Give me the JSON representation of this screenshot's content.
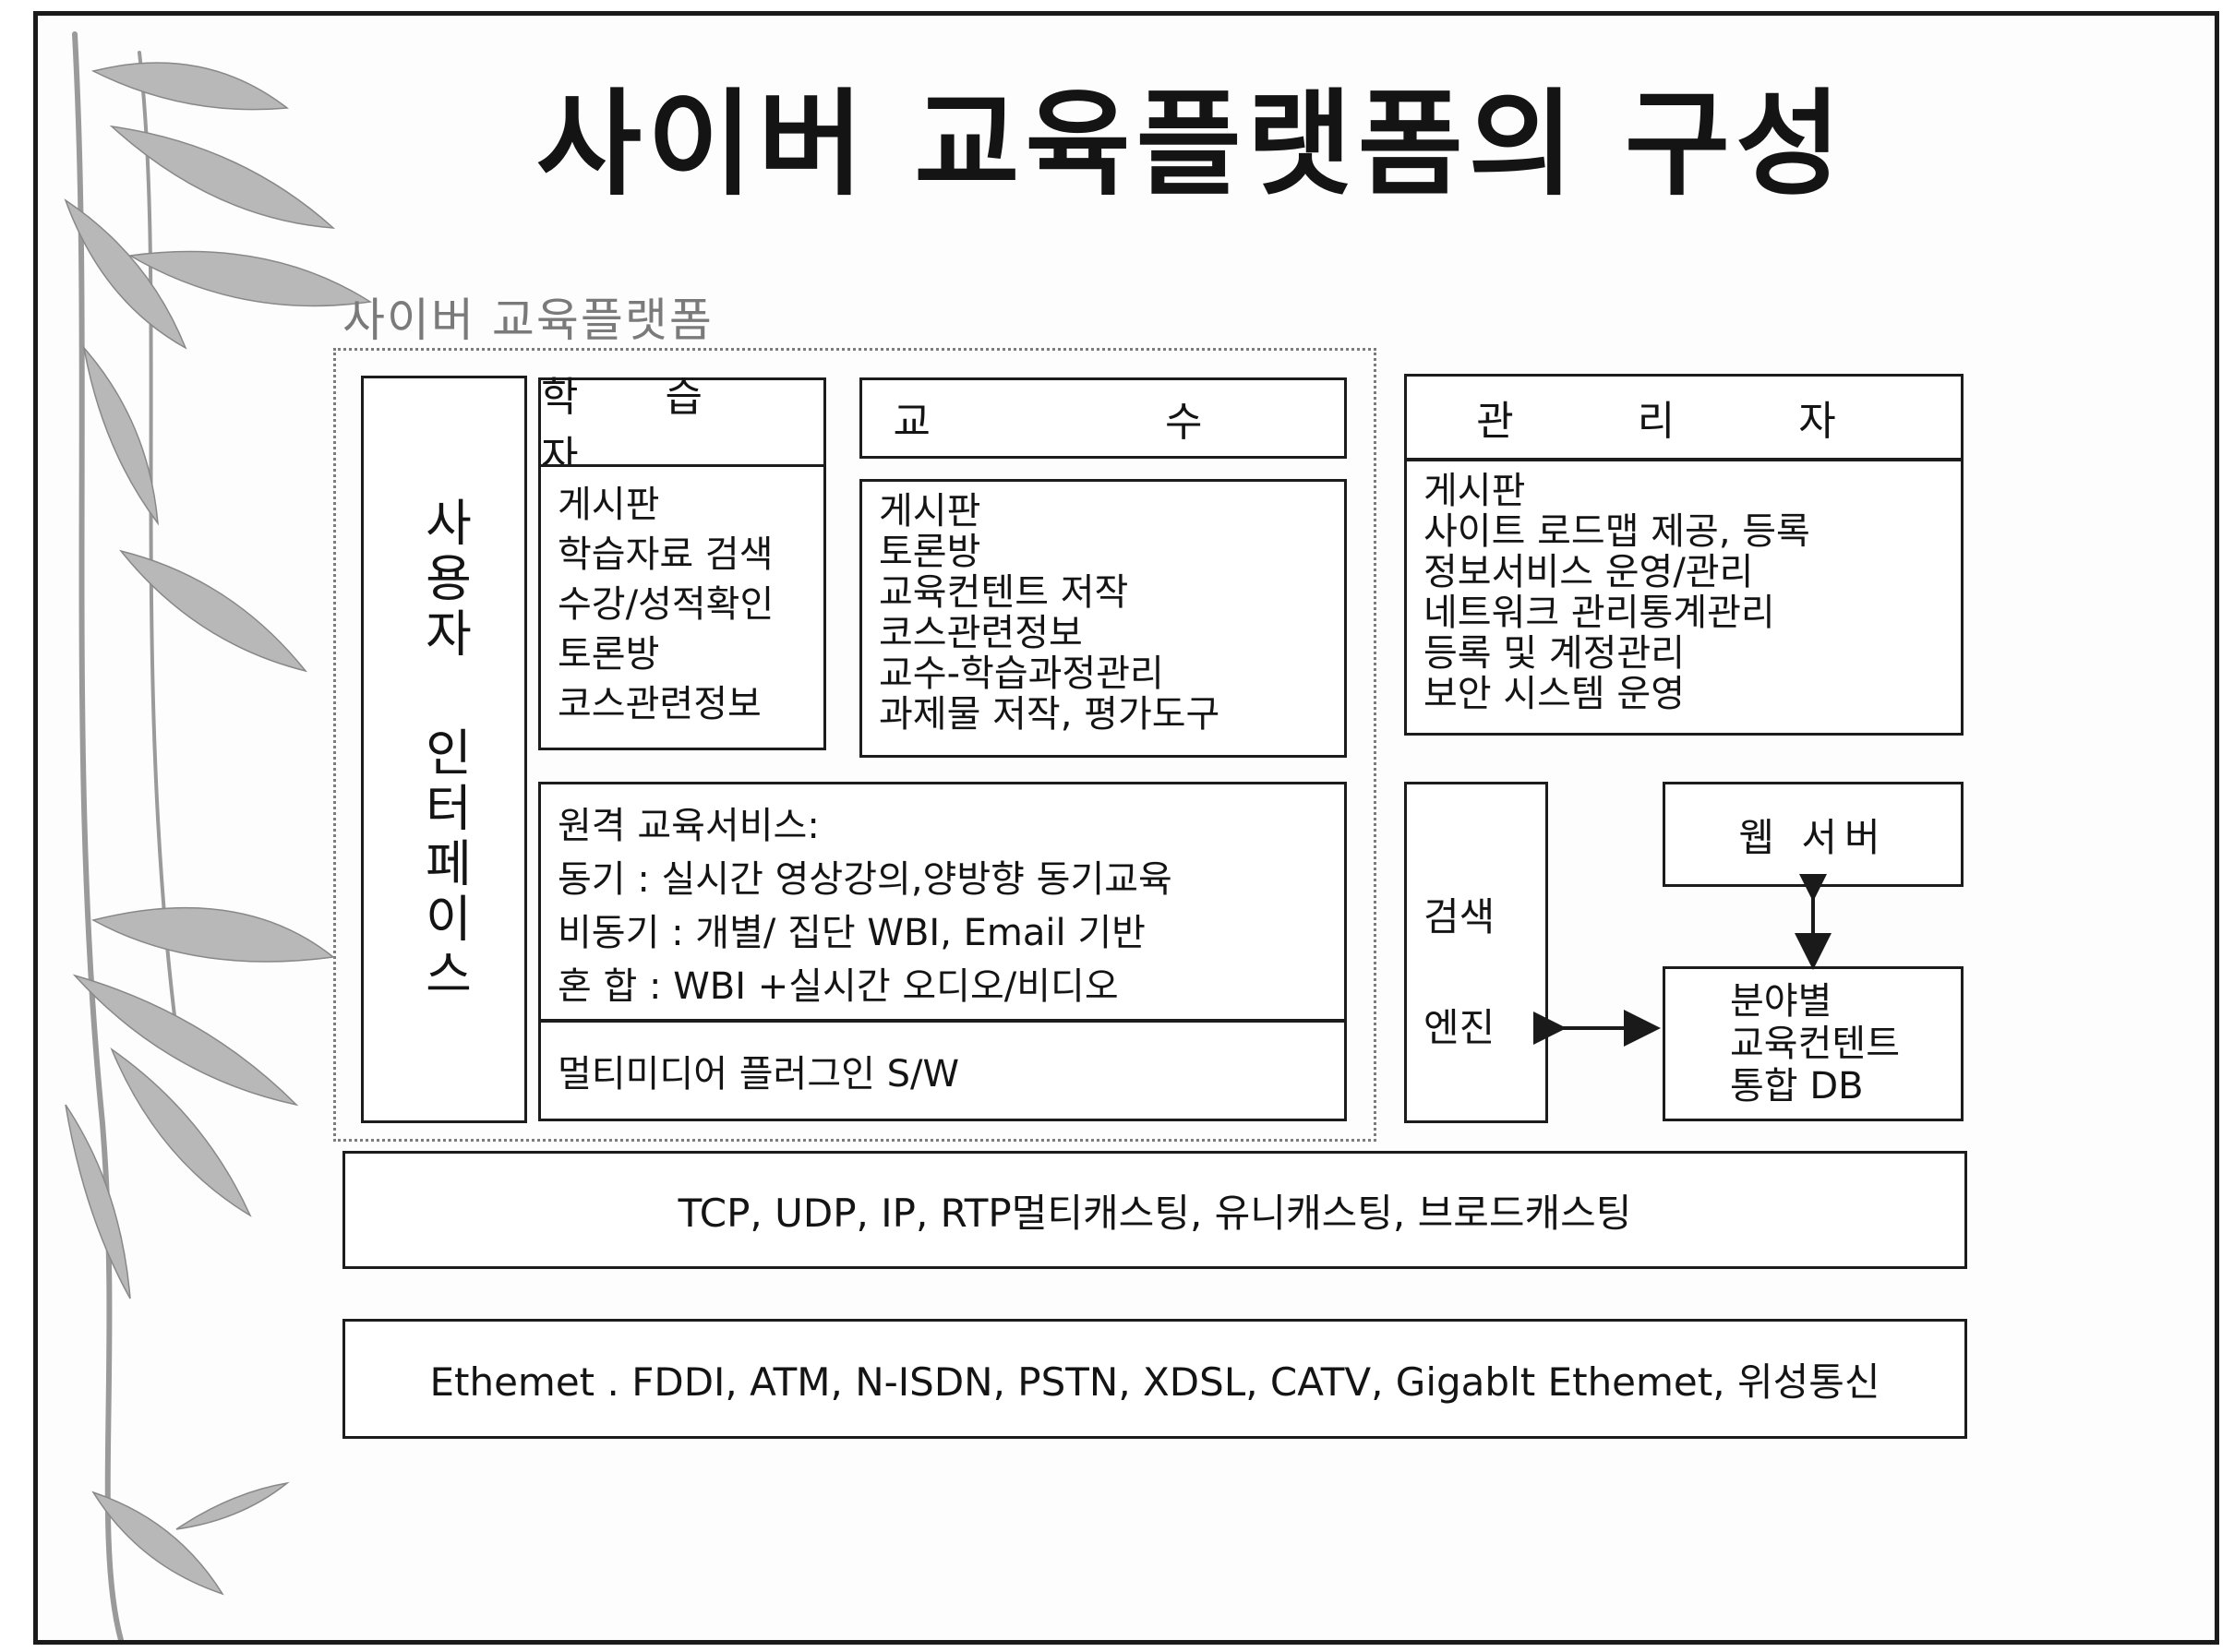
{
  "title": "사이버 교육플랫폼의 구성",
  "platform_label": "사이버 교육플랫폼",
  "ui_label": "사용자 인터페이스",
  "learner": {
    "header": "학 습 자",
    "items": [
      "게시판",
      "학습자료 검색",
      "수강/성적확인",
      "토론방",
      "코스관련정보"
    ]
  },
  "professor": {
    "header": "교 수",
    "items": [
      "게시판",
      "토론방",
      "교육컨텐트 저작",
      "코스관련정보",
      "교수-학습과정관리",
      "과제물 저작, 평가도구"
    ]
  },
  "admin": {
    "header": "관 리 자",
    "items": [
      "게시판",
      "사이트 로드맵 제공, 등록",
      "정보서비스 운영/관리",
      "네트워크 관리통계관리",
      "등록 및 계정관리",
      "보안 시스템 운영"
    ]
  },
  "remote": {
    "lines": [
      "원격 교육서비스:",
      "동기 : 실시간 영상강의,양방향 동기교육",
      "비동기 : 개별/ 집단 WBI, Email 기반",
      "혼 합 : WBI +실시간 오디오/비디오"
    ]
  },
  "multimedia": "멀티미디어 플러그인 S/W",
  "search_engine": [
    "검색",
    "엔진"
  ],
  "web_server": "웹 서버",
  "content_db": [
    "분야별",
    "교육컨텐트",
    "통합 DB"
  ],
  "protocols": "TCP, UDP, IP, RTP멀티캐스팅, 유니캐스팅, 브로드캐스팅",
  "networks": "Ethemet . FDDI, ATM, N-ISDN, PSTN, XDSL, CATV, Gigablt Ethemet, 위성통신"
}
